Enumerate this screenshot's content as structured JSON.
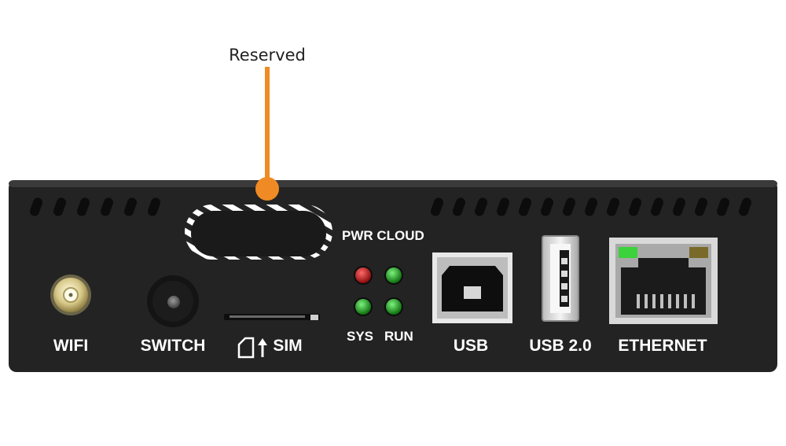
{
  "callout": {
    "text": "Reserved",
    "color": "#f08a24"
  },
  "device": {
    "body_color": "#232323",
    "bezel_color": "#3a3a3a",
    "indicator_label": "PWR CLOUD",
    "led_labels": {
      "sys": "SYS",
      "run": "RUN"
    },
    "leds": {
      "pwr": "#c01515",
      "cloud": "#1fa81f",
      "sys": "#1fa81f",
      "run": "#1fa81f"
    },
    "ports": {
      "wifi": "WIFI",
      "switch": "SWITCH",
      "sim": "SIM",
      "usb": "USB",
      "usb2": "USB 2.0",
      "ethernet": "ETHERNET"
    }
  }
}
